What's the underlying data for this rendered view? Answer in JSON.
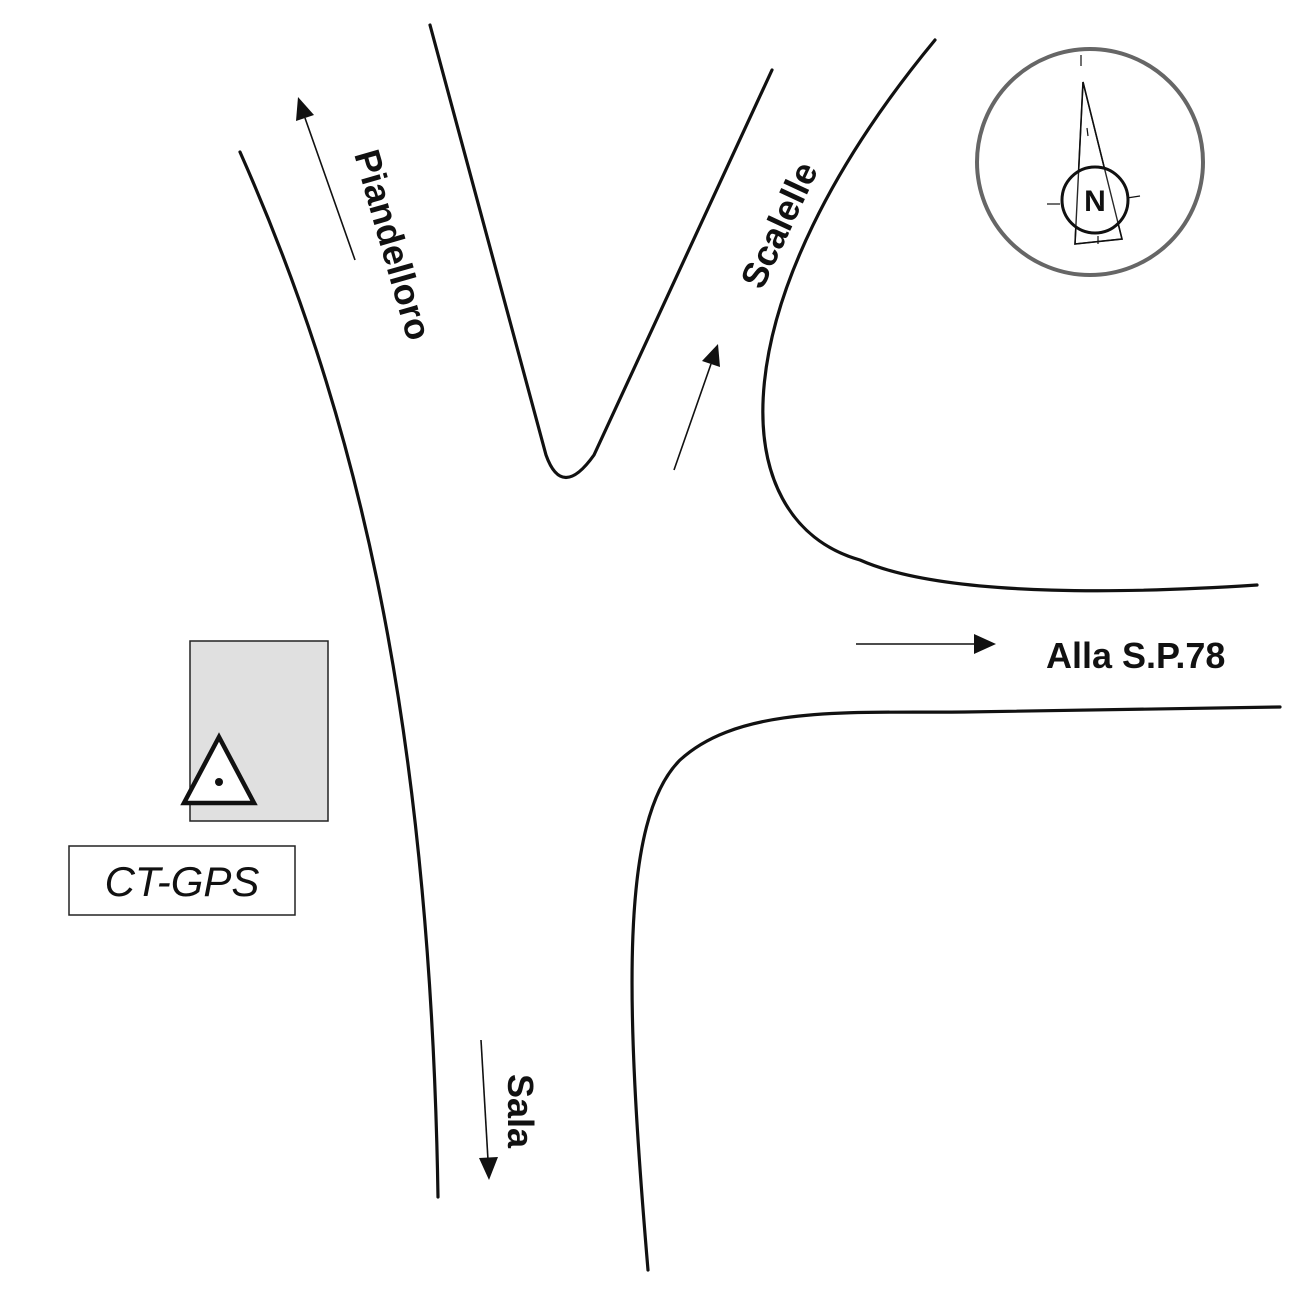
{
  "streets": {
    "piandelloro": "Piandelloro",
    "scalelle": "Scalelle",
    "sp78": "Alla S.P.78",
    "sala": "Sala"
  },
  "station": {
    "label": "CT-GPS",
    "icon": "triangle-dot-station-icon",
    "building_color": "#e0e0e0"
  },
  "compass": {
    "label": "N",
    "ring_color": "#666666",
    "icon": "north-arrow-icon"
  },
  "icons": {
    "direction": "arrow-icon"
  }
}
